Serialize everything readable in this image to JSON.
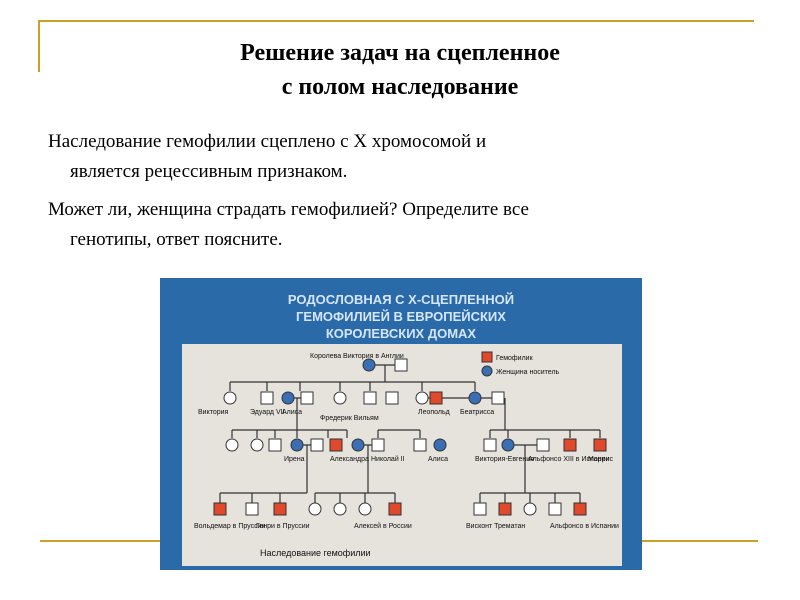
{
  "slide": {
    "title_line1": "Решение задач на сцепленное",
    "title_line2": "с полом наследование",
    "para1_line1": "Наследование гемофилии сцеплено с Х хромосомой и",
    "para1_line2": "является рецессивным признаком.",
    "para2_line1": "Может ли, женщина страдать гемофилией? Определите все",
    "para2_line2": "генотипы, ответ поясните."
  },
  "figure": {
    "header_line1": "РОДОСЛОВНАЯ С Х-СЦЕПЛЕННОЙ",
    "header_line2": "ГЕМОФИЛИЕЙ В ЕВРОПЕЙСКИХ",
    "header_line3": "КОРОЛЕВСКИХ ДОМАХ",
    "legend_affected": "Гемофилик",
    "legend_carrier": "Женщина носитель",
    "caption": "Наследование гемофилии",
    "names": {
      "victoria_queen": "Королева Виктория в Англии",
      "victoria": "Виктория",
      "edward": "Эдуард VII",
      "alice": "Алиса",
      "frederick": "Фредерик Вильям",
      "leopold": "Леопольд",
      "beatrice": "Беатрисса",
      "irena": "Ирена",
      "alexandra": "Александра",
      "nicholas": "Николай II",
      "alisa2": "Алиса",
      "victoria_eugenia": "Виктория-Евгения",
      "alfonso13": "Альфонсо XIII в Испании",
      "maurice": "Моррис",
      "waldemar": "Вольдемар в Пруссии",
      "henry": "Генри в Пруссии",
      "alexei": "Алексей в России",
      "viscount": "Висконт Трематан",
      "alfonso_spain": "Альфонсо в Испании"
    },
    "colors": {
      "panel": "#2a6aa8",
      "chart": "#e6e2dc",
      "affected": "#e04a2a",
      "carrier": "#3b6fb5",
      "line": "#333333"
    }
  }
}
